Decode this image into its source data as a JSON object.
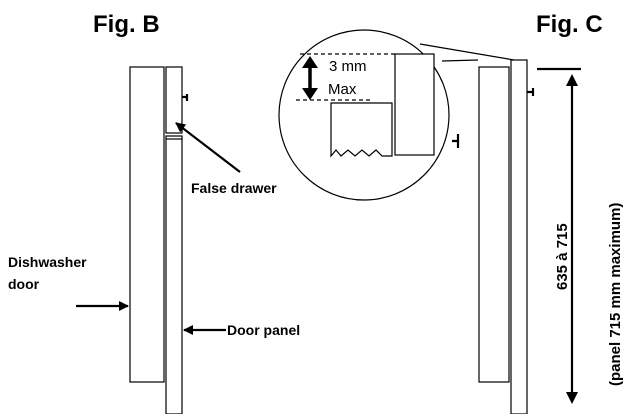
{
  "figures": {
    "fig_b_title": "Fig. B",
    "fig_c_title": "Fig. C"
  },
  "labels": {
    "false_drawer": "False drawer",
    "dishwasher_door_line1": "Dishwasher",
    "dishwasher_door_line2": "door",
    "door_panel": "Door panel",
    "gap_value": "3 mm",
    "gap_max": "Max",
    "height_range": "635 à 715",
    "panel_max": "(panel 715 mm maximum)"
  }
}
